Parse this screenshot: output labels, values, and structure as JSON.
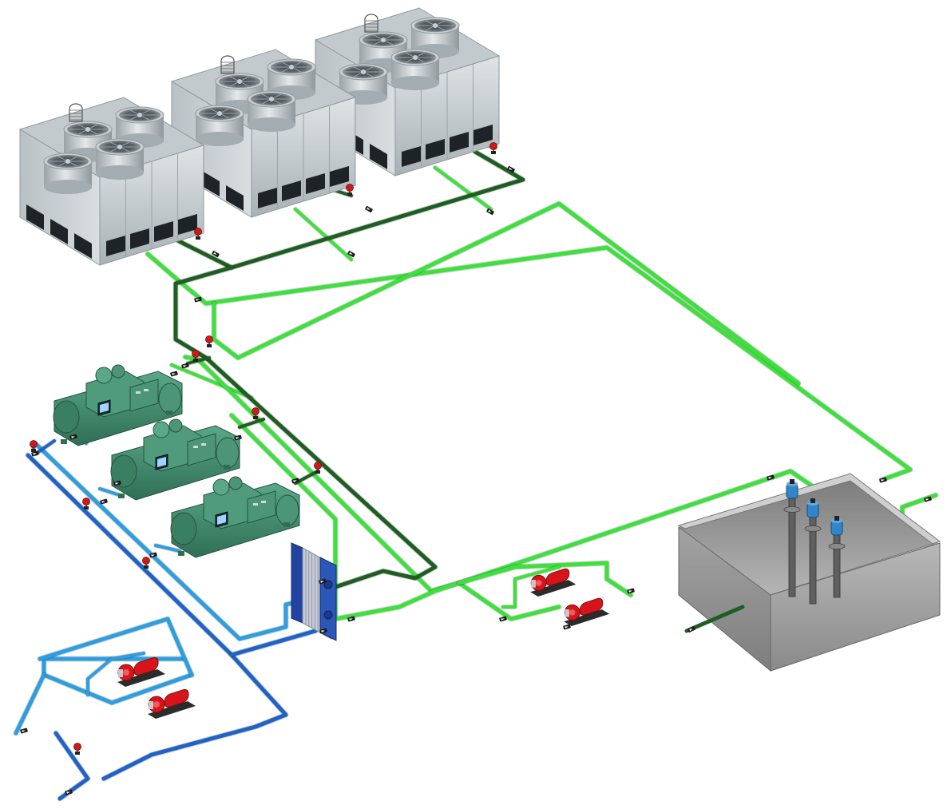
{
  "colors": {
    "background": "#ffffff",
    "condenser_supply": "#3de03d",
    "condenser_return": "#1f5e23",
    "chilled_water_supply": "#2d9ee0",
    "chilled_water_return": "#1f63c7",
    "tower_body": "#c9d0d3",
    "chiller_body": "#3f8f6e",
    "pump_body": "#d7141a",
    "valve": "#d01a1a",
    "heat_exchanger": "#2b57b8",
    "tank_body": "#9b9b9b",
    "submersible_pump": "#2f86c9"
  },
  "components": {
    "cooling_towers": 3,
    "fans_per_tower": 4,
    "chillers": 3,
    "heat_exchangers": 1,
    "chilled_water_pumps": 2,
    "condenser_pumps": 2,
    "submersible_pumps": 3,
    "storage_tanks": 1
  },
  "icons": {
    "tower": "cooling-tower-icon",
    "chiller": "chiller-icon",
    "pump": "pump-icon",
    "valve": "valve-icon",
    "exchanger": "plate-heat-exchanger-icon",
    "tank": "water-tank-icon",
    "submersible": "submersible-pump-icon",
    "flow_arrow": "flow-arrow-icon"
  }
}
